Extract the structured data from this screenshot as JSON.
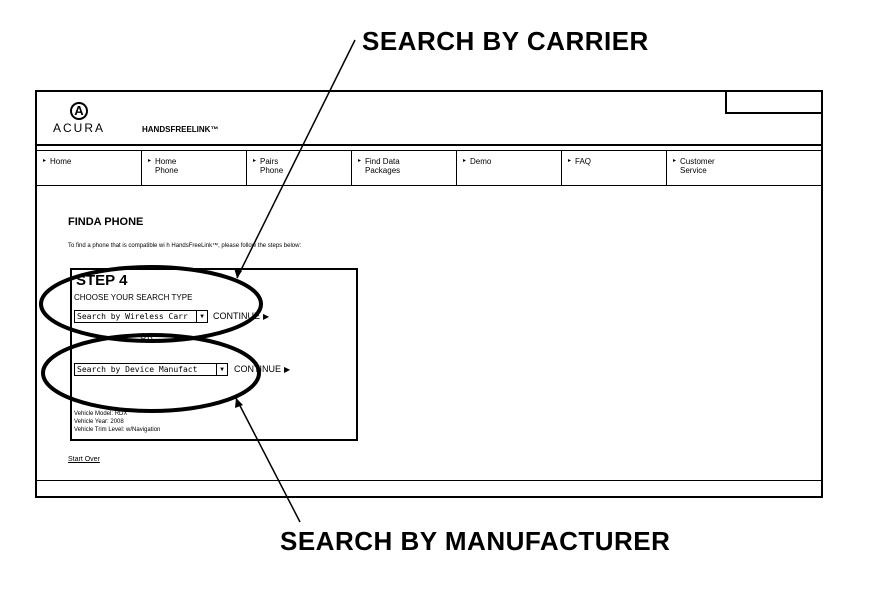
{
  "callouts": {
    "carrier": "SEARCH BY CARRIER",
    "manufacturer": "SEARCH BY MANUFACTURER"
  },
  "header": {
    "logo_text": "ACURA",
    "brand": "HANDSFREELINK™"
  },
  "nav": [
    {
      "line1": "Home",
      "line2": ""
    },
    {
      "line1": "Home",
      "line2": "Phone"
    },
    {
      "line1": "Pairs",
      "line2": "Phone"
    },
    {
      "line1": "Find Data",
      "line2": "Packages"
    },
    {
      "line1": "Demo",
      "line2": ""
    },
    {
      "line1": "FAQ",
      "line2": ""
    },
    {
      "line1": "Customer",
      "line2": "Service"
    }
  ],
  "main": {
    "title": "FINDA PHONE",
    "intro": "To find a phone that is compatible wi h HandsFreeLink™, please follow the steps below:",
    "step_title": "STEP 4",
    "step_sub": "CHOOSE YOUR SEARCH TYPE",
    "carrier_select": "Search by Wireless Carr",
    "manufacturer_select": "Search by Device Manufact",
    "continue_label": "CONTINUE",
    "or_label": "OR",
    "vehicle_model": "Vehicle Model: RDX",
    "vehicle_year": "Vehicle Year: 2008",
    "vehicle_trim": "Vehicle Trim Level: w/Navigation",
    "start_over": "Start Over"
  },
  "icons": {
    "caret": "chevron-down-icon",
    "arrow": "triangle-right-icon"
  }
}
